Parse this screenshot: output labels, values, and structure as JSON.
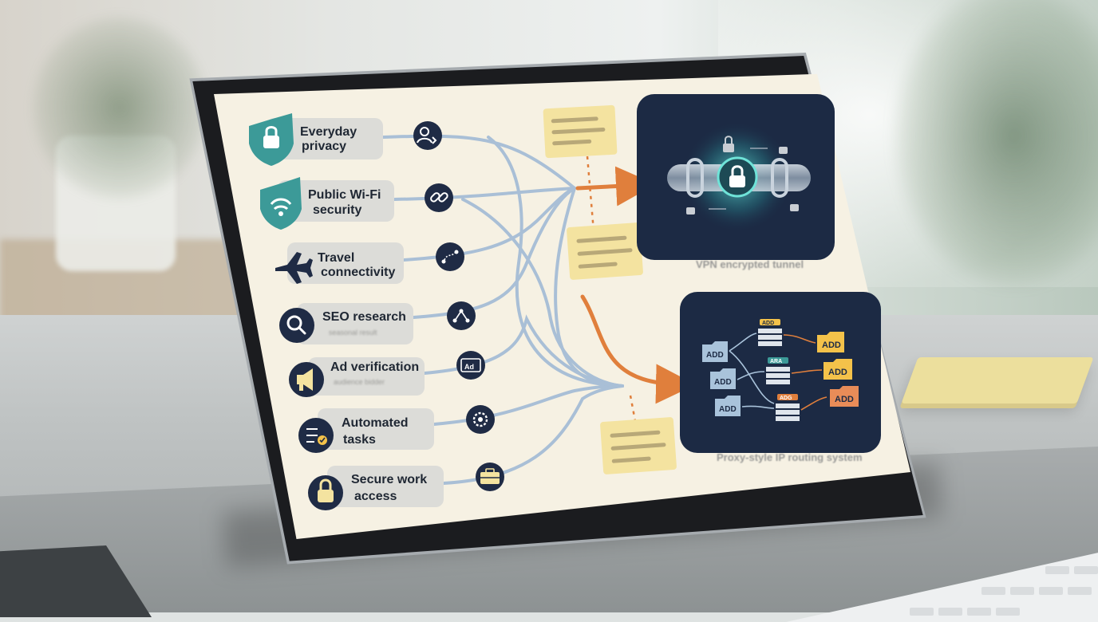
{
  "diagram": {
    "use_cases": [
      {
        "label_line1": "Everyday",
        "label_line2": "privacy",
        "sublabel": "",
        "icon": "shield-lock-icon",
        "connector_icon": "user-icon"
      },
      {
        "label_line1": "Public Wi-Fi",
        "label_line2": "security",
        "sublabel": "",
        "icon": "shield-wifi-icon",
        "connector_icon": "link-icon"
      },
      {
        "label_line1": "Travel",
        "label_line2": "connectivity",
        "sublabel": "",
        "icon": "airplane-icon",
        "connector_icon": "route-icon"
      },
      {
        "label_line1": "SEO research",
        "label_line2": "",
        "sublabel": "seasonal result",
        "icon": "magnifier-icon",
        "connector_icon": "network-icon"
      },
      {
        "label_line1": "Ad verification",
        "label_line2": "",
        "sublabel": "audience bidder",
        "icon": "megaphone-icon",
        "connector_icon": "ad-icon"
      },
      {
        "label_line1": "Automated",
        "label_line2": "tasks",
        "sublabel": "",
        "icon": "checklist-icon",
        "connector_icon": "gear-icon"
      },
      {
        "label_line1": "Secure work",
        "label_line2": "access",
        "sublabel": "",
        "icon": "padlock-icon",
        "connector_icon": "briefcase-icon"
      }
    ],
    "vpn_panel": {
      "caption": "VPN encrypted tunnel",
      "icon": "lock-tunnel-icon"
    },
    "proxy_panel": {
      "caption": "Proxy-style IP routing system",
      "sources": [
        "ADD",
        "ADD",
        "ADD"
      ],
      "servers": [
        "ADD",
        "ARA",
        "ADG"
      ],
      "destinations": [
        "ADD",
        "ADD",
        "ADD"
      ]
    },
    "colors": {
      "screen_bg": "#f6f1e3",
      "line": "#a9bfd6",
      "arrow": "#e07f3c",
      "dark_panel": "#1c2a44",
      "teal": "#3c9a98",
      "navy_icon": "#1f2b45",
      "sticky_note": "#f4e3a0"
    }
  }
}
